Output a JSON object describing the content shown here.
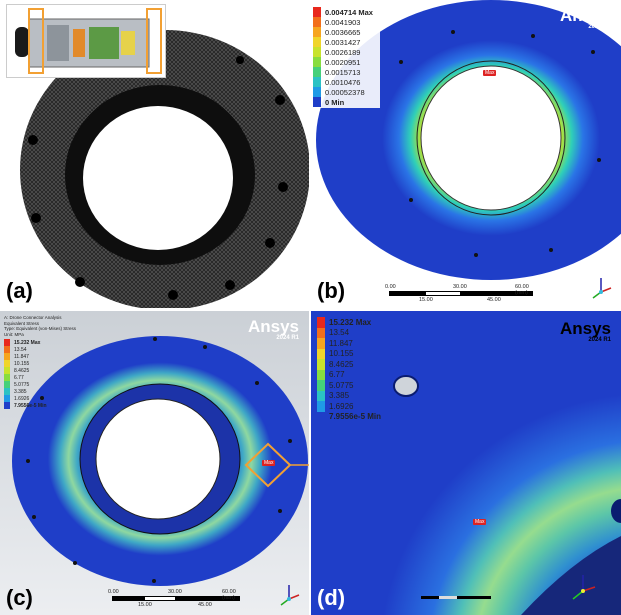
{
  "panels": {
    "a": {
      "label": "(a)"
    },
    "b": {
      "label": "(b)"
    },
    "c": {
      "label": "(c)"
    },
    "d": {
      "label": "(d)"
    }
  },
  "legend_b": {
    "entries": [
      "0.004714 Max",
      "0.0041903",
      "0.0036665",
      "0.0031427",
      "0.0026189",
      "0.0020951",
      "0.0015713",
      "0.0010476",
      "0.00052378",
      "0 Min"
    ],
    "colors": [
      "#e8281c",
      "#f26e1a",
      "#f6a51f",
      "#f0d52a",
      "#c8e32c",
      "#88dd3f",
      "#45d07a",
      "#2bc2c4",
      "#1f9ae6",
      "#1f3ec8"
    ]
  },
  "legend_c": {
    "title_lines": [
      "A: Drone Connector Analysis",
      "Equivalent Stress",
      "Type: Equivalent (von-Mises) Stress",
      "Unit: MPa"
    ],
    "entries": [
      "15.232 Max",
      "13.54",
      "11.847",
      "10.155",
      "8.4625",
      "6.77",
      "5.0775",
      "3.385",
      "1.6926",
      "7.9556e-5 Min"
    ]
  },
  "legend_d": {
    "entries": [
      "15.232 Max",
      "13.54",
      "11.847",
      "10.155",
      "8.4625",
      "6.77",
      "5.0775",
      "3.385",
      "1.6926",
      "7.9556e-5 Min"
    ]
  },
  "brand": {
    "name": "Ansys",
    "version": "2024 R1"
  },
  "max_tag": "Max",
  "scale_b": {
    "top": [
      "0.00",
      "30.00",
      "60.00 (mm)"
    ],
    "bottom": [
      "15.00",
      "45.00"
    ]
  },
  "scale_c": {
    "top": [
      "0.00",
      "30.00",
      "60.00 (mm)"
    ],
    "bottom": [
      "15.00",
      "45.00"
    ]
  },
  "colors": {
    "deep_blue": "#1f3ec8",
    "highlight_orange": "#f2a033"
  }
}
